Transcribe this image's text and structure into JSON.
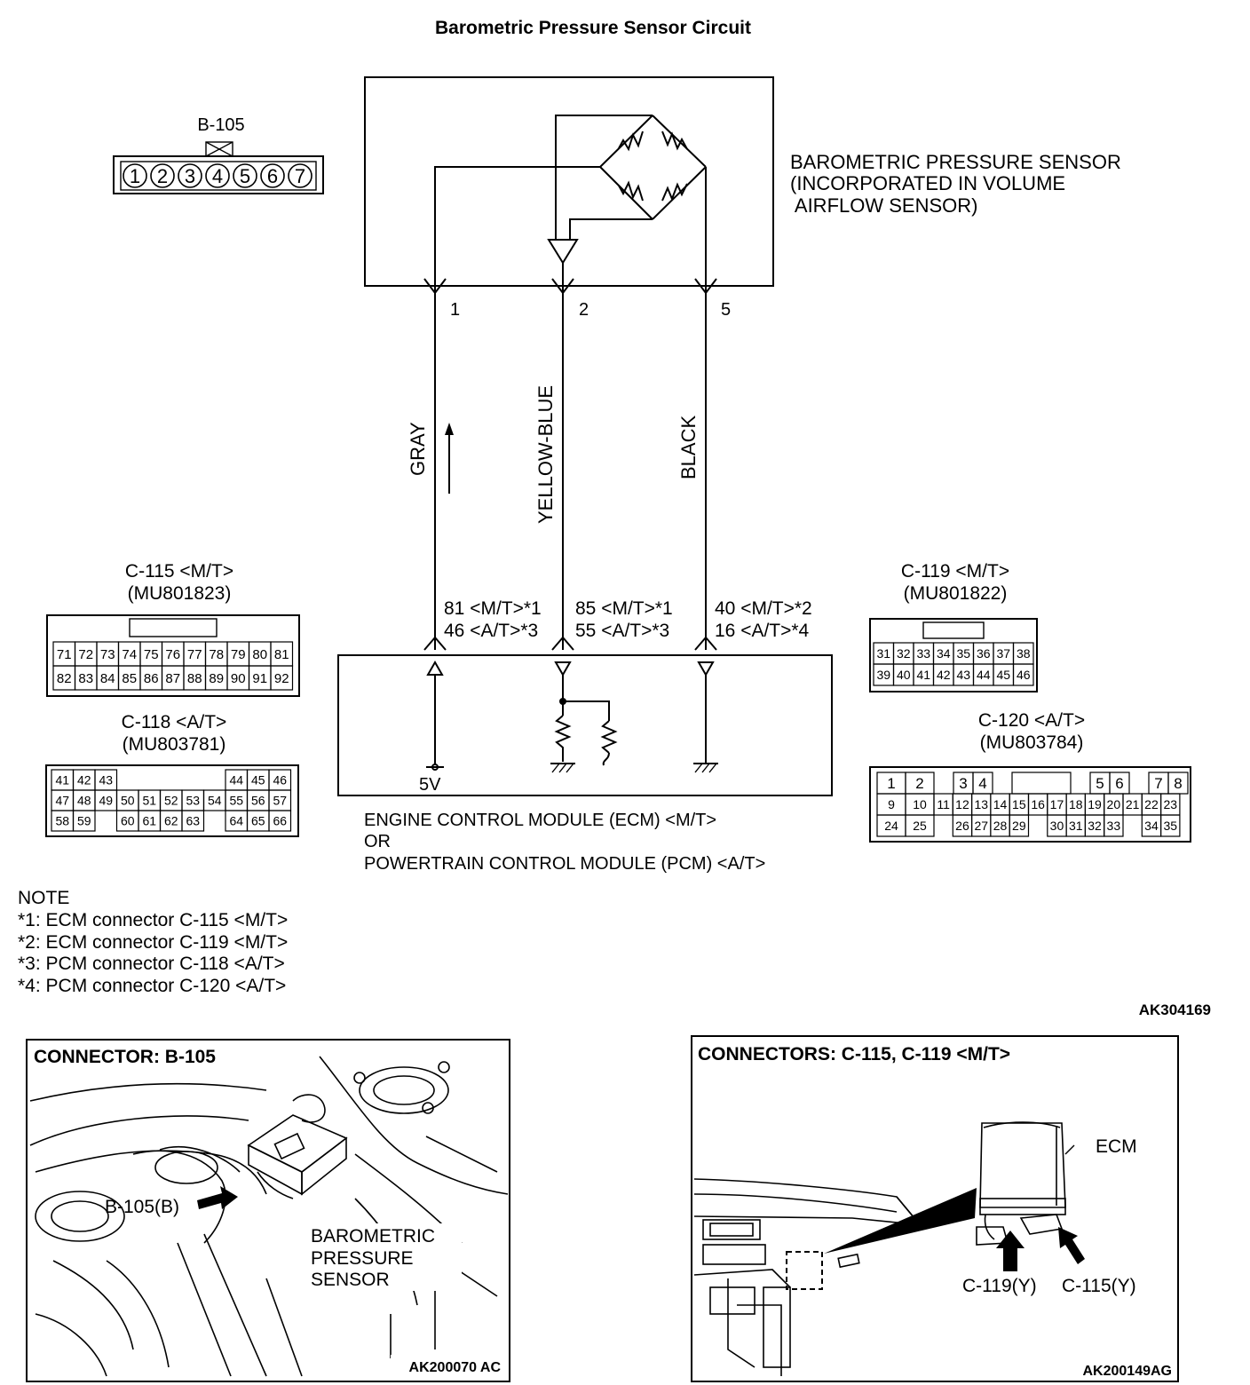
{
  "title": "Barometric Pressure Sensor Circuit",
  "figure_id": "AK304169",
  "sensor": {
    "label_lines": [
      "BAROMETRIC PRESSURE SENSOR",
      "(INCORPORATED IN VOLUME",
      " AIRFLOW SENSOR)"
    ],
    "pins": [
      "1",
      "2",
      "5"
    ]
  },
  "wires": {
    "gray": "GRAY",
    "yellow_blue": "YELLOW-BLUE",
    "black": "BLACK"
  },
  "ecm_pins": {
    "col1": [
      "81 <M/T>*1",
      "46 <A/T>*3"
    ],
    "col2": [
      "85 <M/T>*1",
      "55 <A/T>*3"
    ],
    "col3": [
      "40 <M/T>*2",
      "16 <A/T>*4"
    ]
  },
  "ecm": {
    "five_v": "5V",
    "label_lines": [
      "ENGINE CONTROL MODULE (ECM) <M/T>",
      "OR",
      "POWERTRAIN CONTROL MODULE (PCM) <A/T>"
    ]
  },
  "connectors": {
    "b105": {
      "name": "B-105",
      "pins": [
        "1",
        "2",
        "3",
        "4",
        "5",
        "6",
        "7"
      ]
    },
    "c115": {
      "name": "C-115 <M/T>",
      "part": "(MU801823)",
      "row1": [
        "71",
        "72",
        "73",
        "74",
        "75",
        "76",
        "77",
        "78",
        "79",
        "80",
        "81"
      ],
      "row2": [
        "82",
        "83",
        "84",
        "85",
        "86",
        "87",
        "88",
        "89",
        "90",
        "91",
        "92"
      ]
    },
    "c118": {
      "name": "C-118 <A/T>",
      "part": "(MU803781)",
      "row1": [
        "41",
        "42",
        "43",
        "",
        "",
        "",
        "",
        "",
        "44",
        "45",
        "46"
      ],
      "row2": [
        "47",
        "48",
        "49",
        "50",
        "51",
        "52",
        "53",
        "54",
        "55",
        "56",
        "57"
      ],
      "row3": [
        "58",
        "59",
        "",
        "60",
        "61",
        "62",
        "63",
        "",
        "64",
        "65",
        "66"
      ]
    },
    "c119": {
      "name": "C-119 <M/T>",
      "part": "(MU801822)",
      "row1": [
        "31",
        "32",
        "33",
        "34",
        "35",
        "36",
        "37",
        "38"
      ],
      "row2": [
        "39",
        "40",
        "41",
        "42",
        "43",
        "44",
        "45",
        "46"
      ]
    },
    "c120": {
      "name": "C-120 <A/T>",
      "part": "(MU803784)",
      "row1": [
        "1",
        "2",
        "",
        "3",
        "4",
        "",
        "",
        "",
        "",
        "5",
        "6",
        "",
        "7",
        "8"
      ],
      "row2": [
        "9",
        "10",
        "11",
        "12",
        "13",
        "14",
        "15",
        "16",
        "17",
        "18",
        "19",
        "20",
        "21",
        "22",
        "23"
      ],
      "row3": [
        "24",
        "25",
        "",
        "26",
        "27",
        "28",
        "29",
        "",
        "30",
        "31",
        "32",
        "33",
        "",
        "34",
        "35"
      ]
    }
  },
  "notes": {
    "heading": "NOTE",
    "items": [
      "*1: ECM connector C-115 <M/T>",
      "*2: ECM connector C-119 <M/T>",
      "*3: PCM connector C-118 <A/T>",
      "*4: PCM connector C-120 <A/T>"
    ]
  },
  "panel_left": {
    "title": "CONNECTOR: B-105",
    "callout": "B-105(B)",
    "label_lines": [
      "BAROMETRIC",
      "PRESSURE",
      "SENSOR"
    ],
    "figure_id": "AK200070 AC"
  },
  "panel_right": {
    "title": "CONNECTORS: C-115, C-119 <M/T>",
    "ecm": "ECM",
    "c119": "C-119(Y)",
    "c115": "C-115(Y)",
    "figure_id": "AK200149AG"
  }
}
